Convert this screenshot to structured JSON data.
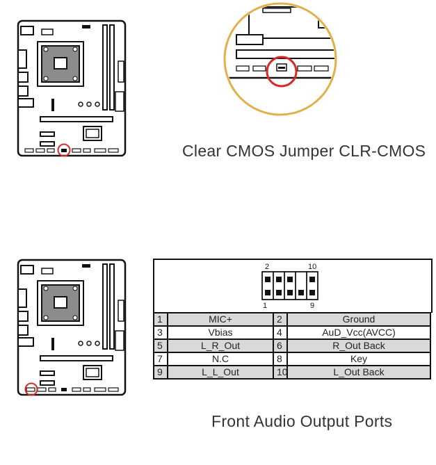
{
  "sections": {
    "clear_cmos": {
      "caption": "Clear CMOS Jumper CLR-CMOS"
    },
    "front_audio": {
      "caption": "Front Audio Output Ports",
      "header_numbers": {
        "top_left": "2",
        "top_right": "10",
        "bottom_left": "1",
        "bottom_right": "9"
      },
      "pinout": [
        {
          "pin_a": "1",
          "label_a": "MIC+",
          "pin_b": "2",
          "label_b": "Ground",
          "shaded": true
        },
        {
          "pin_a": "3",
          "label_a": "Vbias",
          "pin_b": "4",
          "label_b": "AuD_Vcc(AVCC)",
          "shaded": false
        },
        {
          "pin_a": "5",
          "label_a": "L_R_Out",
          "pin_b": "6",
          "label_b": "R_Out Back",
          "shaded": true
        },
        {
          "pin_a": "7",
          "label_a": "N.C",
          "pin_b": "8",
          "label_b": "Key",
          "shaded": false
        },
        {
          "pin_a": "9",
          "label_a": "L_L_Out",
          "pin_b": "10",
          "label_b": "L_Out Back",
          "shaded": true
        }
      ]
    }
  },
  "colors": {
    "highlight_red": "#d42a2a",
    "zoom_ring": "#e2b04a",
    "socket_gray": "#8c8c8c",
    "table_shade": "#d9d9d9"
  }
}
